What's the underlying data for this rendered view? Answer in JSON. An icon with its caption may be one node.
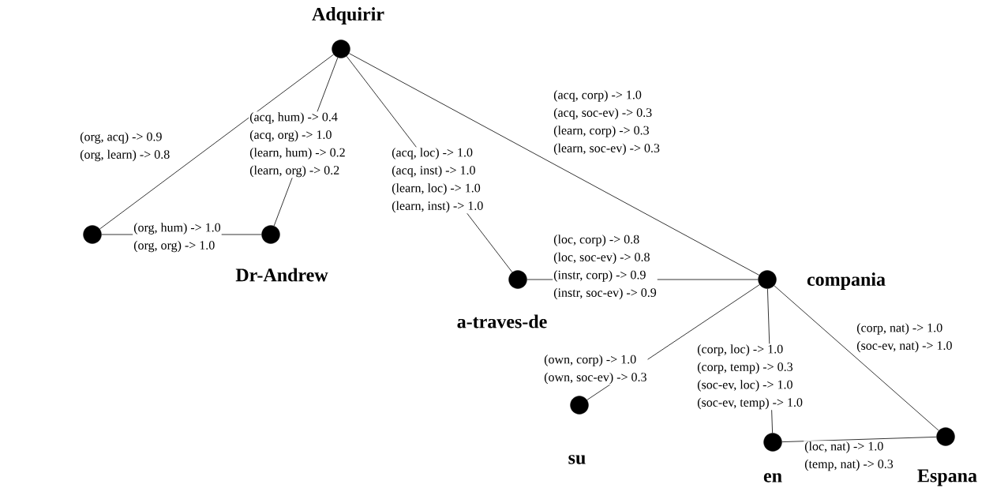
{
  "diagram": {
    "nodes": [
      {
        "text": [
          "Adquirir"
        ]
      },
      {
        "text": [],
        "shape": "circle"
      },
      {
        "text": [
          "Dr-Andrew"
        ]
      },
      {
        "text": [
          "a-traves-de"
        ]
      },
      {
        "text": [
          "compania"
        ]
      },
      {
        "text": [
          "su"
        ]
      },
      {
        "text": [
          "en"
        ]
      },
      {
        "text": [
          "Espana"
        ]
      }
    ],
    "edges": [
      {
        "from": 0,
        "to": 1,
        "arrow": "none",
        "label": "(org, acq) -> 0.9 (org, learn) -> 0.8"
      },
      {
        "from": 0,
        "to": 2,
        "arrow": "none",
        "label": "(acq, hum) -> 0.4 (acq, org) -> 1.0 (learn, hum) -> 0.2 (learn, org) -> 0.2"
      },
      {
        "from": 1,
        "to": 2,
        "arrow": "none",
        "label": "(org, hum) -> 1.0 (org, org) -> 1.0"
      },
      {
        "from": 0,
        "to": 3,
        "arrow": "none",
        "label": "(acq, loc) -> 1.0 (acq, inst) -> 1.0 (learn, loc) -> 1.0 (learn, inst) -> 1.0"
      },
      {
        "from": 0,
        "to": 4,
        "arrow": "none",
        "label": "(acq, corp) -> 1.0 (acq, soc-ev) -> 0.3 (learn, corp) -> 0.3 (learn, soc-ev) -> 0.3"
      },
      {
        "from": 3,
        "to": 4,
        "arrow": "none",
        "label": "(loc, corp) -> 0.8 (loc, soc-ev) -> 0.8 (instr, corp) -> 0.9 (instr, soc-ev) -> 0.9"
      },
      {
        "from": 4,
        "to": 5,
        "arrow": "none",
        "label": "(own, corp) -> 1.0 (own, soc-ev) -> 0.3"
      },
      {
        "from": 4,
        "to": 6,
        "arrow": "none",
        "label": "(corp, loc) -> 1.0 (corp, temp) -> 0.3 (soc-ev, loc) -> 1.0 (soc-ev, temp) -> 1.0"
      },
      {
        "from": 4,
        "to": 7,
        "arrow": "none",
        "label": "(corp, nat) -> 1.0 (soc-ev, nat) -> 1.0"
      },
      {
        "from": 6,
        "to": 7,
        "arrow": "none",
        "label": "(loc, nat) -> 1.0 (temp, nat) -> 0.3"
      }
    ]
  }
}
